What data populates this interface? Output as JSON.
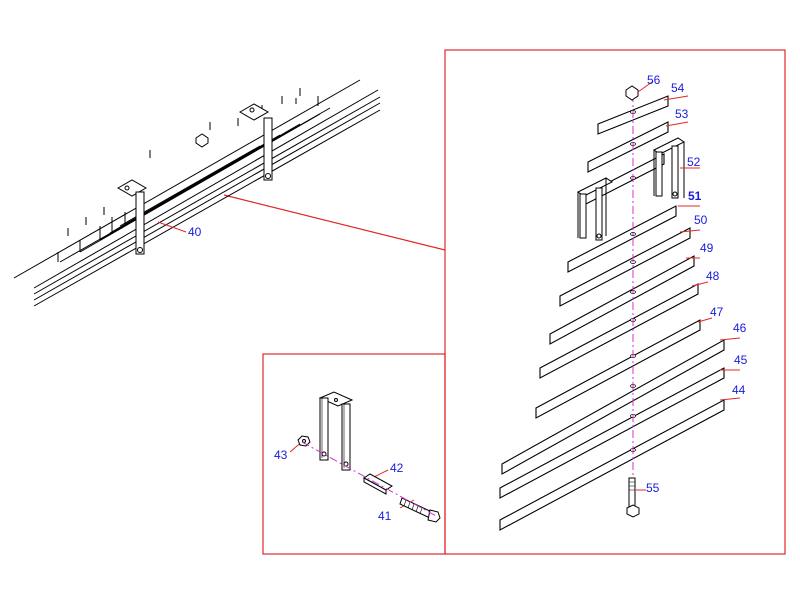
{
  "labels": {
    "assembly": "40",
    "bolt": "41",
    "spacer": "42",
    "nut_small": "43",
    "leaf_44": "44",
    "leaf_45": "45",
    "leaf_46": "46",
    "leaf_47": "47",
    "leaf_48": "48",
    "leaf_49": "49",
    "leaf_50": "50",
    "clip_51": "51",
    "clip_52": "52",
    "leaf_53": "53",
    "leaf_54": "54",
    "center_bolt": "55",
    "center_nut": "56"
  },
  "colors": {
    "frame": "#e0282a",
    "leader": "#e0282a",
    "label": "#1a1adb",
    "line": "#000000",
    "axis": "#cc33cc"
  }
}
